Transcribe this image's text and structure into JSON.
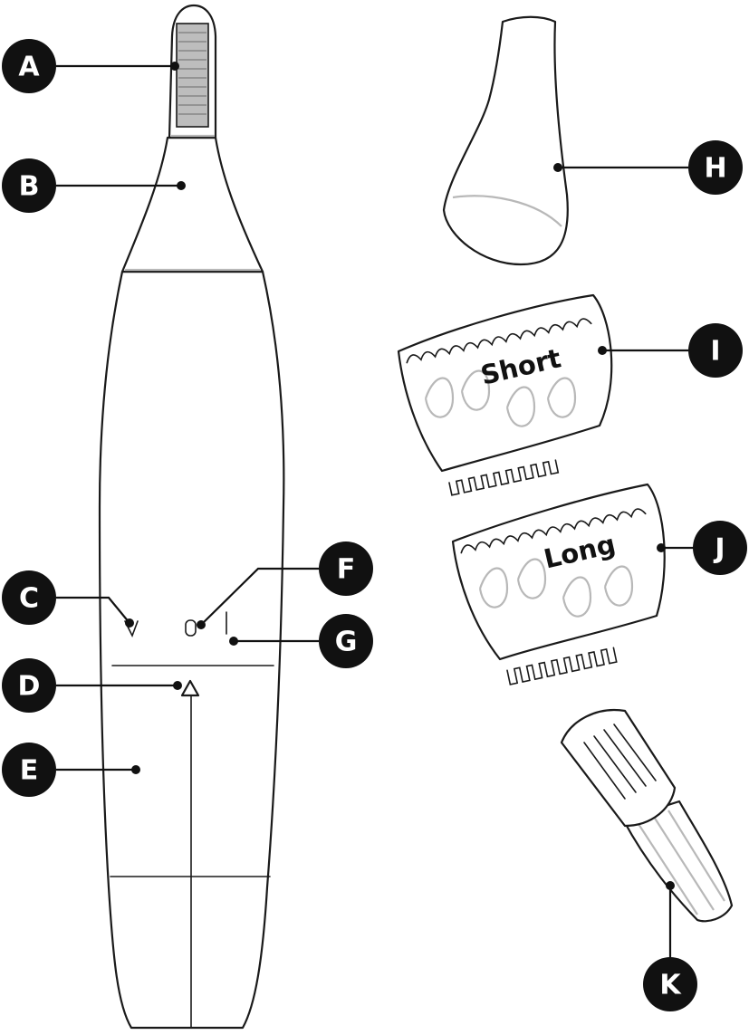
{
  "callouts": {
    "A": "A",
    "B": "B",
    "C": "C",
    "D": "D",
    "E": "E",
    "F": "F",
    "G": "G",
    "H": "H",
    "I": "I",
    "J": "J",
    "K": "K"
  },
  "combs": {
    "short_label": "Short",
    "long_label": "Long"
  },
  "colors": {
    "ink": "#111111",
    "accent_grey": "#b8b8b8"
  }
}
